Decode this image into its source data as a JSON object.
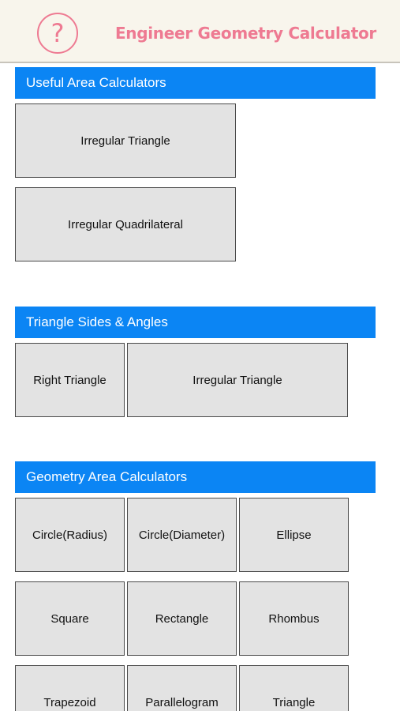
{
  "header": {
    "help_icon": "question-mark-icon",
    "help_glyph": "?",
    "title": "Engineer Geometry Calculator",
    "accent_color": "#ee7a92"
  },
  "sections": {
    "useful_area": {
      "title": "Useful Area Calculators",
      "buttons": [
        "Irregular Triangle",
        "Irregular Quadrilateral"
      ]
    },
    "triangle_sides": {
      "title": "Triangle Sides & Angles",
      "buttons": [
        "Right Triangle",
        "Irregular Triangle"
      ]
    },
    "geometry_area": {
      "title": "Geometry Area Calculators",
      "buttons": [
        "Circle(Radius)",
        "Circle(Diameter)",
        "Ellipse",
        "Square",
        "Rectangle",
        "Rhombus",
        "Trapezoid",
        "Parallelogram",
        "Triangle"
      ]
    }
  },
  "colors": {
    "section_header_bg": "#0b85f4",
    "button_bg": "#e3e3e3",
    "header_bg": "#f8f5ec"
  }
}
